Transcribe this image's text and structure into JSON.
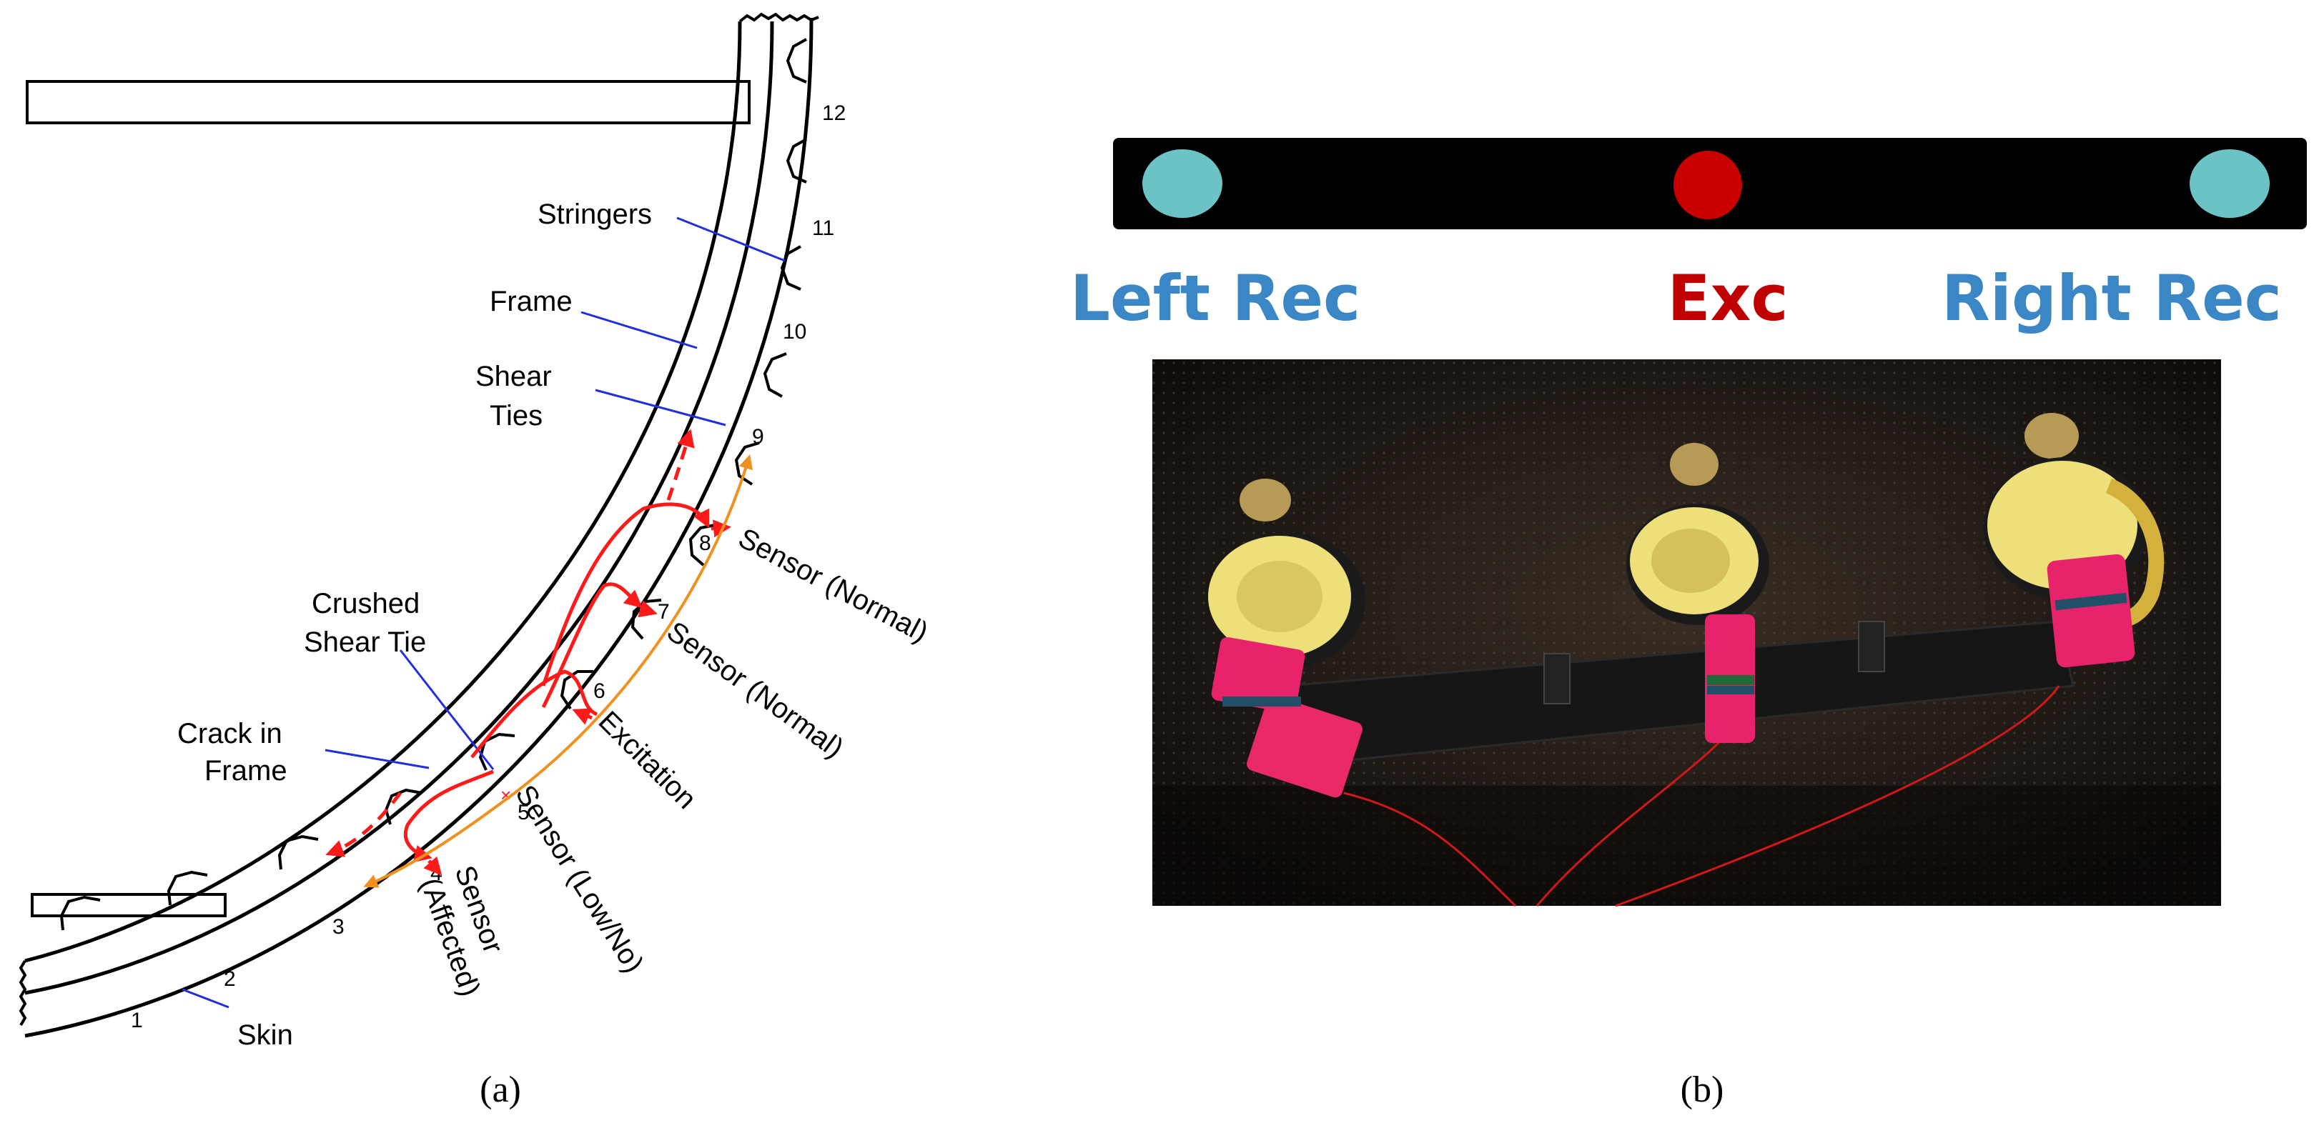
{
  "panel_a": {
    "caption": "(a)",
    "labels": {
      "stringers": "Stringers",
      "frame": "Frame",
      "shear_ties_1": "Shear",
      "shear_ties_2": "Ties",
      "crushed_1": "Crushed",
      "crushed_2": "Shear Tie",
      "crack_1": "Crack in",
      "crack_2": "Frame",
      "skin": "Skin",
      "sensor_normal_8": "Sensor (Normal)",
      "sensor_normal_7": "Sensor (Normal)",
      "excitation": "Excitation",
      "sensor_low": "Sensor (Low/No)",
      "sensor_affected_1": "Sensor",
      "sensor_affected_2": "(Affected)"
    },
    "stringer_numbers": [
      "1",
      "2",
      "3",
      "4",
      "5",
      "6",
      "7",
      "8",
      "9",
      "10",
      "11",
      "12"
    ],
    "colors": {
      "frame_line": "#000000",
      "leader": "#1f2fe0",
      "wave_path": "#ff1a1a",
      "skin_path": "#f0901e"
    }
  },
  "panel_b": {
    "caption": "(b)",
    "bar_labels": {
      "left": "Left Rec",
      "center": "Exc",
      "right": "Right Rec"
    },
    "colors": {
      "receiver": "#6cc3c6",
      "exciter": "#c90000",
      "receiver_text": "#3b86c5",
      "exciter_text": "#c00000",
      "bar": "#000000"
    }
  }
}
